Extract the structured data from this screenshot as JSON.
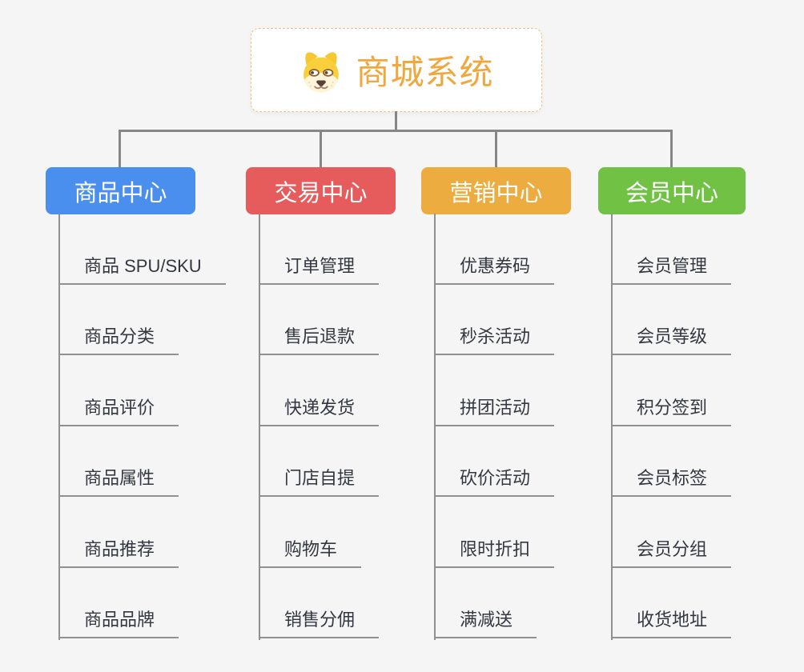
{
  "canvas": {
    "background": "#f5f5f6",
    "connector_color": "#868686",
    "leaf_line_color": "#8f9092"
  },
  "root": {
    "title": "商城系统",
    "icon": "dog-face-icon",
    "text_color": "#f0a73e",
    "border_color": "#f0c180",
    "background": "#ffffff"
  },
  "branches": [
    {
      "label": "商品中心",
      "color": "#4a8fee",
      "items": [
        "商品 SPU/SKU",
        "商品分类",
        "商品评价",
        "商品属性",
        "商品推荐",
        "商品品牌"
      ]
    },
    {
      "label": "交易中心",
      "color": "#e65c5c",
      "items": [
        "订单管理",
        "售后退款",
        "快递发货",
        "门店自提",
        "购物车",
        "销售分佣"
      ]
    },
    {
      "label": "营销中心",
      "color": "#edac40",
      "items": [
        "优惠券码",
        "秒杀活动",
        "拼团活动",
        "砍价活动",
        "限时折扣",
        "满减送"
      ]
    },
    {
      "label": "会员中心",
      "color": "#70c144",
      "items": [
        "会员管理",
        "会员等级",
        "积分签到",
        "会员标签",
        "会员分组",
        "收货地址"
      ]
    }
  ]
}
